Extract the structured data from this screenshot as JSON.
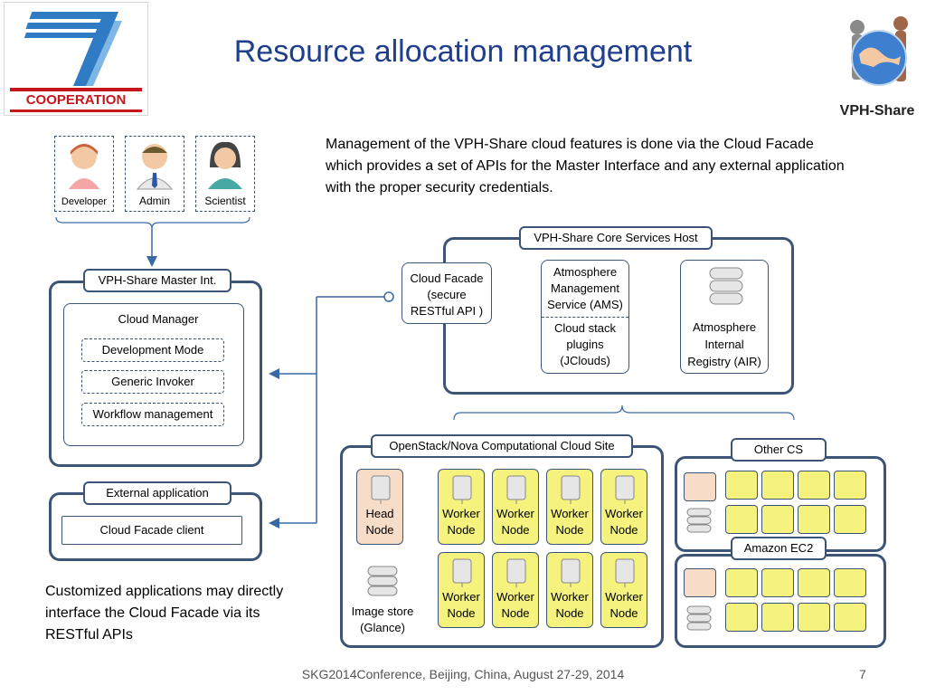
{
  "title": "Resource allocation management",
  "logos": {
    "left_text": "COOPERATION",
    "right_text": "VPH-Share"
  },
  "users": [
    {
      "label": "Developer",
      "icon": "developer-icon"
    },
    {
      "label": "Admin",
      "icon": "admin-icon"
    },
    {
      "label": "Scientist",
      "icon": "scientist-icon"
    }
  ],
  "description": "Management of the VPH-Share cloud features is done via the Cloud Facade which provides a set of APIs for the Master Interface and any external application with the proper security credentials.",
  "master": {
    "label": "VPH-Share Master Int.",
    "cloud_manager": "Cloud Manager",
    "modes": [
      "Development Mode",
      "Generic Invoker",
      "Workflow management"
    ]
  },
  "external": {
    "label": "External application",
    "client": "Cloud Facade client"
  },
  "customized_text": "Customized applications may directly interface the Cloud Facade via its RESTful APIs",
  "core": {
    "label": "VPH-Share Core Services Host",
    "cloud_facade": [
      "Cloud Facade",
      "(secure",
      "RESTful API )"
    ],
    "ams": [
      "Atmosphere",
      "Management",
      "Service (AMS)"
    ],
    "plugins": [
      "Cloud stack",
      "plugins",
      "(JClouds)"
    ],
    "air": [
      "Atmosphere",
      "Internal",
      "Registry (AIR)"
    ]
  },
  "openstack": {
    "label": "OpenStack/Nova Computational Cloud Site",
    "head_node": [
      "Head",
      "Node"
    ],
    "worker_node": [
      "Worker",
      "Node"
    ],
    "image_store": [
      "Image store",
      "(Glance)"
    ]
  },
  "other_cs": "Other CS",
  "amazon": "Amazon EC2",
  "footer": {
    "conference": "SKG2014Conference, Beijing, China, August 27-29, 2014",
    "page": "7"
  },
  "colors": {
    "title": "#1f3e8c",
    "border": "#3c5577",
    "worker": "#f5f27e",
    "head": "#f7dcc8",
    "arrow": "#3a6aa6"
  }
}
